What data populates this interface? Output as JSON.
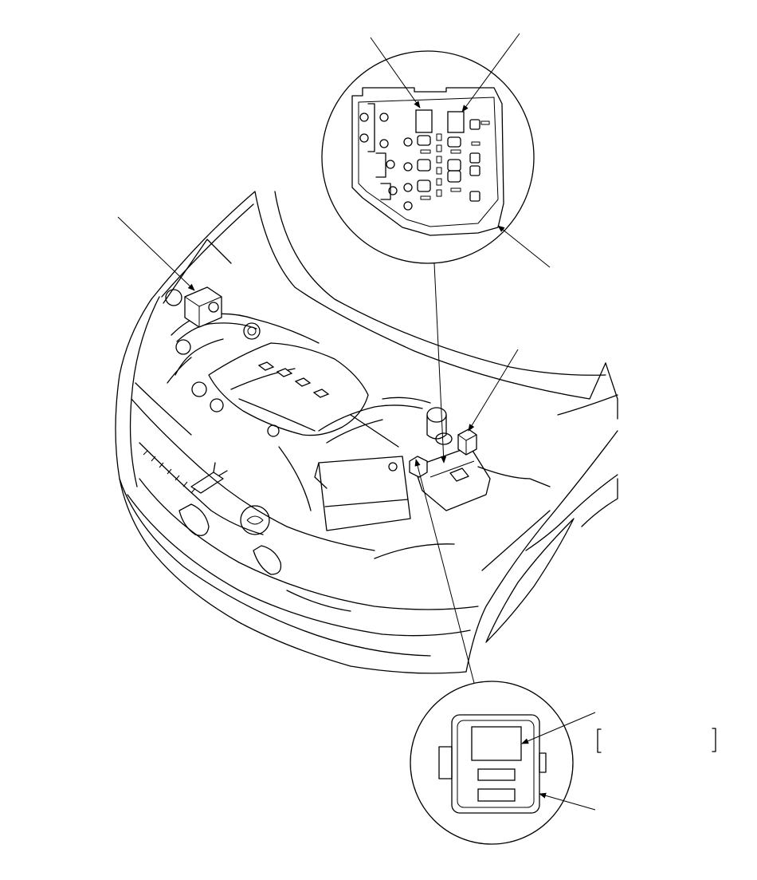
{
  "figure": {
    "kind": "engine compartment fuse/relay box location diagram",
    "line_color": "#000000",
    "background": "#ffffff"
  },
  "callouts": [
    {
      "id": "upper-box-item-left",
      "text": ""
    },
    {
      "id": "upper-box-item-right",
      "text": ""
    },
    {
      "id": "upper-box-housing",
      "text": ""
    },
    {
      "id": "left-relay",
      "text": ""
    },
    {
      "id": "right-relay",
      "text": ""
    },
    {
      "id": "lower-relay-terminal",
      "text": ""
    },
    {
      "id": "lower-relay-housing",
      "text": ""
    }
  ],
  "bracket_note": {
    "text": ""
  }
}
